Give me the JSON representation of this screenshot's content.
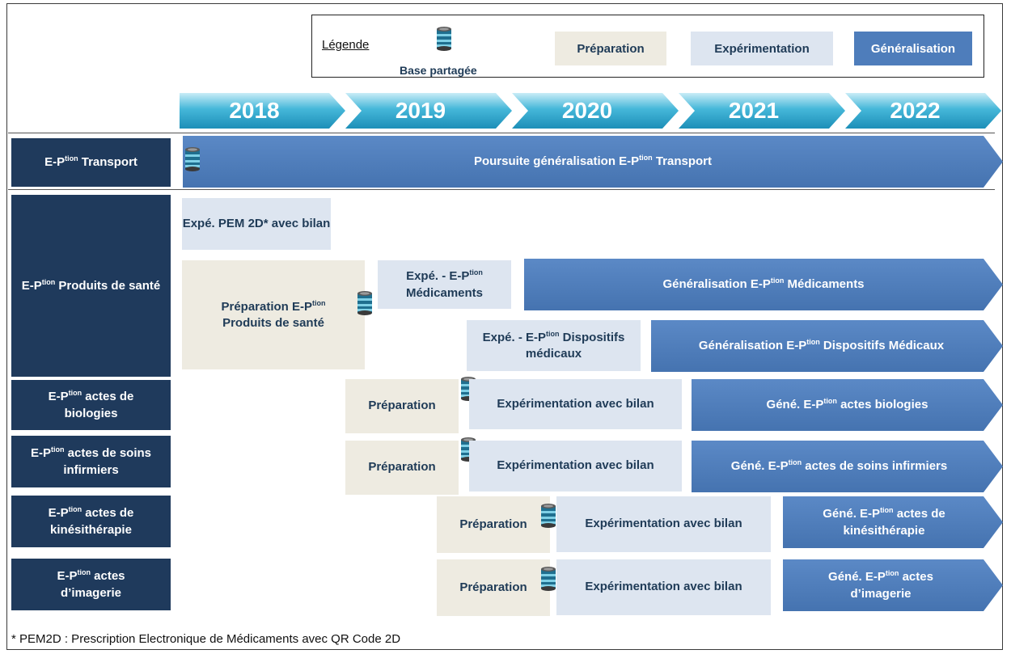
{
  "legend": {
    "title": "Légende",
    "base_label": "Base partagée",
    "preparation": "Préparation",
    "experimentation": "Expérimentation",
    "generalisation": "Généralisation"
  },
  "years": [
    "2018",
    "2019",
    "2020",
    "2021",
    "2022"
  ],
  "rows": {
    "transport": {
      "label_a": "E-P",
      "label_sup": "tion",
      "label_b": " Transport"
    },
    "produits": {
      "label_a": "E-P",
      "label_sup": "tion",
      "label_b": " Produits de santé"
    },
    "biologies": {
      "label_a": "E-P",
      "label_sup": "tion",
      "label_b": " actes de biologies"
    },
    "soins": {
      "label_a": "E-P",
      "label_sup": "tion",
      "label_b": " actes de soins infirmiers"
    },
    "kine": {
      "label_a": "E-P",
      "label_sup": "tion",
      "label_b": " actes de kinésithérapie"
    },
    "imagerie": {
      "label_a": "E-P",
      "label_sup": "tion",
      "label_b": " actes d’imagerie"
    }
  },
  "bars": {
    "transport_gen": {
      "a": "Poursuite généralisation E-P",
      "sup": "tion",
      "b": " Transport"
    },
    "pem": {
      "text": "Expé. PEM 2D* avec bilan"
    },
    "prep_produits": {
      "a": "Préparation E-P",
      "sup": "tion",
      "b": " Produits de santé"
    },
    "expe_med": {
      "a": "Expé. - E-P",
      "sup": "tion",
      "b": " Médicaments"
    },
    "gen_med": {
      "a": "Généralisation E-P",
      "sup": "tion",
      "b": " Médicaments"
    },
    "expe_dm": {
      "a": "Expé. - E-P",
      "sup": "tion",
      "b": " Dispositifs médicaux"
    },
    "gen_dm": {
      "a": "Généralisation E-P",
      "sup": "tion",
      "b": " Dispositifs Médicaux"
    },
    "prep": "Préparation",
    "expe_bilan": "Expérimentation avec bilan",
    "gen_bio": {
      "a": "Géné. E-P",
      "sup": "tion",
      "b": "  actes biologies"
    },
    "gen_soins": {
      "a": "Géné. E-P",
      "sup": "tion",
      "b": "  actes de soins infirmiers"
    },
    "gen_kine": {
      "a": "Géné. E-P",
      "sup": "tion",
      "b": "  actes de kinésithérapie"
    },
    "gen_imagerie": {
      "a": "Géné. E-P",
      "sup": "tion",
      "b": " actes d’imagerie"
    }
  },
  "footnote": "* PEM2D : Prescription Electronique de Médicaments avec QR Code 2D",
  "colors": {
    "preparation": "#eeebe1",
    "experimentation": "#dde5f0",
    "generalisation": "#4e7dbb",
    "row_label": "#1f3a5c",
    "year_arrow": "#3bb0d3"
  }
}
